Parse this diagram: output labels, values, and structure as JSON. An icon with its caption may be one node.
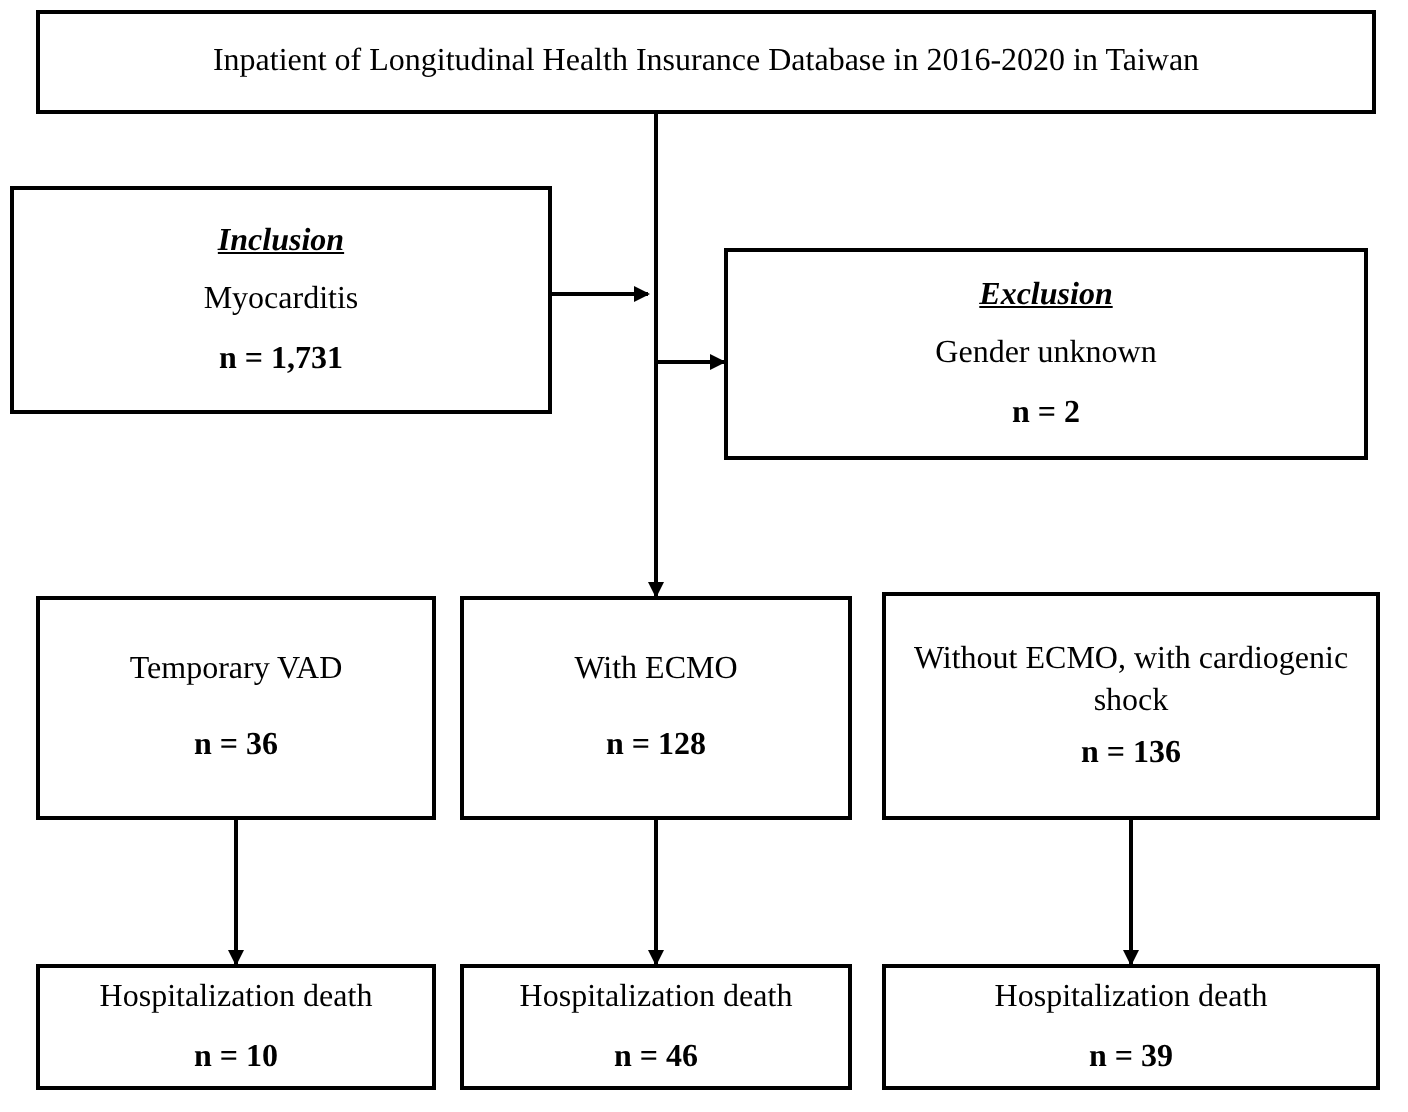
{
  "diagram": {
    "nodes": [
      {
        "text": [
          "Inpatient of Longitudinal Health Insurance Database in 2016-2020 in Taiwan"
        ]
      },
      {
        "text": [
          "Inclusion",
          "Myocarditis",
          "n = 1,731"
        ]
      },
      {
        "text": [
          "Exclusion",
          "Gender unknown",
          "n = 2"
        ]
      },
      {
        "text": [
          "Temporary VAD",
          "n = 36"
        ]
      },
      {
        "text": [
          "With ECMO",
          "n = 128"
        ]
      },
      {
        "text": [
          "Without ECMO, with cardiogenic shock",
          "n = 136"
        ]
      },
      {
        "text": [
          "Hospitalization death",
          "n = 10"
        ]
      },
      {
        "text": [
          "Hospitalization death",
          "n = 46"
        ]
      },
      {
        "text": [
          "Hospitalization death",
          "n = 39"
        ]
      }
    ],
    "edges": [
      {
        "from": 0,
        "to": 4,
        "arrow": "to"
      },
      {
        "from": 1,
        "to": null,
        "arrow": "to"
      },
      {
        "from": null,
        "to": 2,
        "arrow": "to"
      },
      {
        "from": 3,
        "to": 6,
        "arrow": "to"
      },
      {
        "from": 4,
        "to": 7,
        "arrow": "to"
      },
      {
        "from": 5,
        "to": 8,
        "arrow": "to"
      }
    ]
  }
}
